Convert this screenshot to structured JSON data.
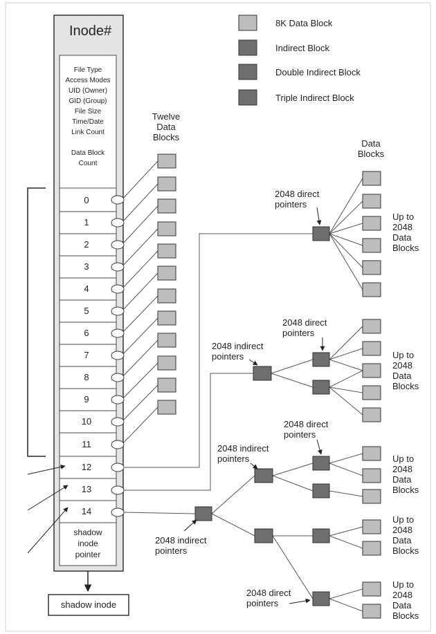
{
  "legend": [
    {
      "label": "8K Data Block",
      "color": "#bdbdbd"
    },
    {
      "label": "Indirect Block",
      "color": "#6e6e6e"
    },
    {
      "label": "Double Indirect Block",
      "color": "#6e6e6e"
    },
    {
      "label": "Triple Indirect Block",
      "color": "#6e6e6e"
    }
  ],
  "inode": {
    "title": "Inode#",
    "attributes": [
      "File Type",
      "Access Modes",
      "UID (Owner)",
      "GID (Group)",
      "File Size",
      "Time/Date",
      "Link Count",
      "",
      "Data Block",
      "Count"
    ],
    "slots": [
      "0",
      "1",
      "2",
      "3",
      "4",
      "5",
      "6",
      "7",
      "8",
      "9",
      "10",
      "11",
      "12",
      "13",
      "14"
    ],
    "shadow_pointer": [
      "shadow",
      "inode",
      "pointer"
    ],
    "shadow_inode": "shadow inode"
  },
  "labels": {
    "twelve_data_blocks": [
      "Twelve",
      "Data",
      "Blocks"
    ],
    "data_blocks": [
      "Data",
      "Blocks"
    ],
    "direct_pointers_2048": [
      "2048 direct",
      "pointers"
    ],
    "indirect_pointers_2048": [
      "2048 indirect",
      "pointers"
    ],
    "up_to_2048": [
      "Up to",
      "2048",
      "Data",
      "Blocks"
    ]
  },
  "colors": {
    "data_block": "#bdbdbd",
    "indirect_block": "#6e6e6e",
    "inode_fill": "#e4e4e4",
    "line": "#555555"
  }
}
